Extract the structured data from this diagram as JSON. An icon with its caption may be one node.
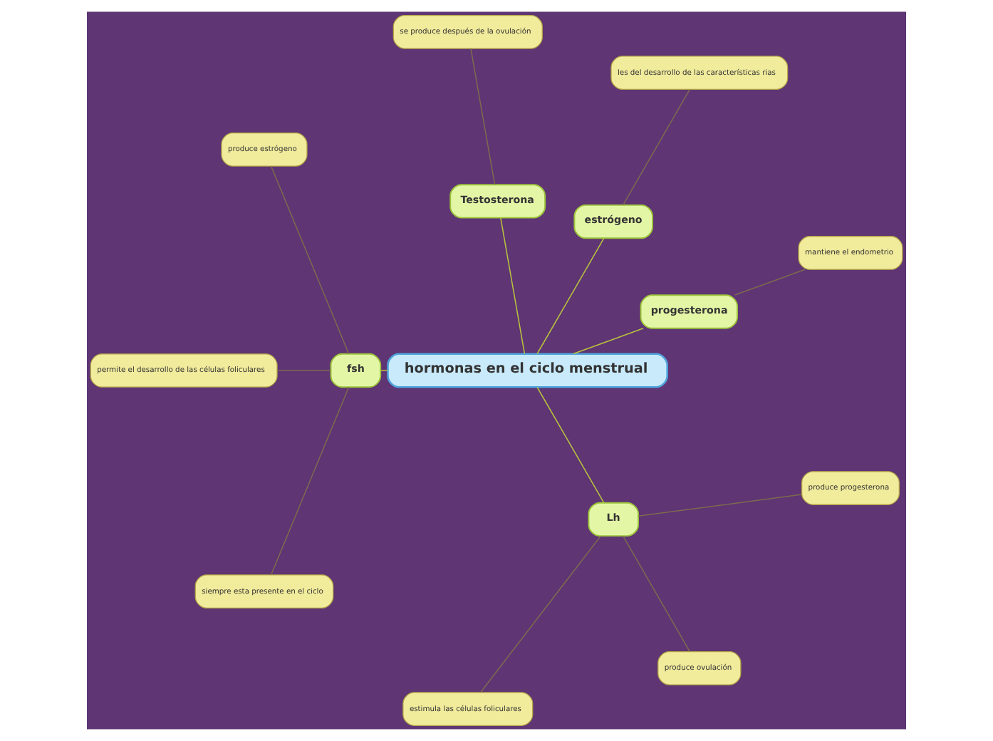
{
  "diagram": {
    "nodes": [
      {
        "text": [
          "hormonas en el ciclo menstrual"
        ]
      },
      {
        "text": [
          "progesterona"
        ]
      },
      {
        "text": [
          "mantiene el endometrio"
        ]
      },
      {
        "text": [
          "estrógeno"
        ]
      },
      {
        "text": [
          "les del desarrollo de las características rias"
        ]
      },
      {
        "text": [
          "Testosterona"
        ]
      },
      {
        "text": [
          "se produce después de la ovulación"
        ]
      },
      {
        "text": [
          "fsh"
        ]
      },
      {
        "text": [
          "produce estrógeno"
        ]
      },
      {
        "text": [
          "permite el desarrollo de las células foliculares"
        ]
      },
      {
        "text": [
          "siempre esta presente en el ciclo"
        ]
      },
      {
        "text": [
          "Lh"
        ]
      },
      {
        "text": [
          "estimula las células foliculares"
        ]
      },
      {
        "text": [
          "produce ovulación"
        ]
      },
      {
        "text": [
          "produce progesterona"
        ]
      }
    ],
    "edges": [
      {
        "from": 0,
        "to": 1,
        "arrow": "none",
        "color": "#b8c43c"
      },
      {
        "from": 1,
        "to": 2,
        "arrow": "none"
      },
      {
        "from": 0,
        "to": 3,
        "arrow": "none",
        "color": "#b8c43c"
      },
      {
        "from": 3,
        "to": 4,
        "arrow": "none"
      },
      {
        "from": 0,
        "to": 5,
        "arrow": "none",
        "color": "#b8c43c"
      },
      {
        "from": 5,
        "to": 6,
        "arrow": "none"
      },
      {
        "from": 0,
        "to": 7,
        "arrow": "none",
        "color": "#b8c43c"
      },
      {
        "from": 7,
        "to": 8,
        "arrow": "none"
      },
      {
        "from": 7,
        "to": 9,
        "arrow": "none"
      },
      {
        "from": 7,
        "to": 10,
        "arrow": "none"
      },
      {
        "from": 0,
        "to": 11,
        "arrow": "none",
        "color": "#b8c43c"
      },
      {
        "from": 11,
        "to": 12,
        "arrow": "none"
      },
      {
        "from": 11,
        "to": 13,
        "arrow": "none"
      },
      {
        "from": 11,
        "to": 14,
        "arrow": "none"
      }
    ]
  }
}
